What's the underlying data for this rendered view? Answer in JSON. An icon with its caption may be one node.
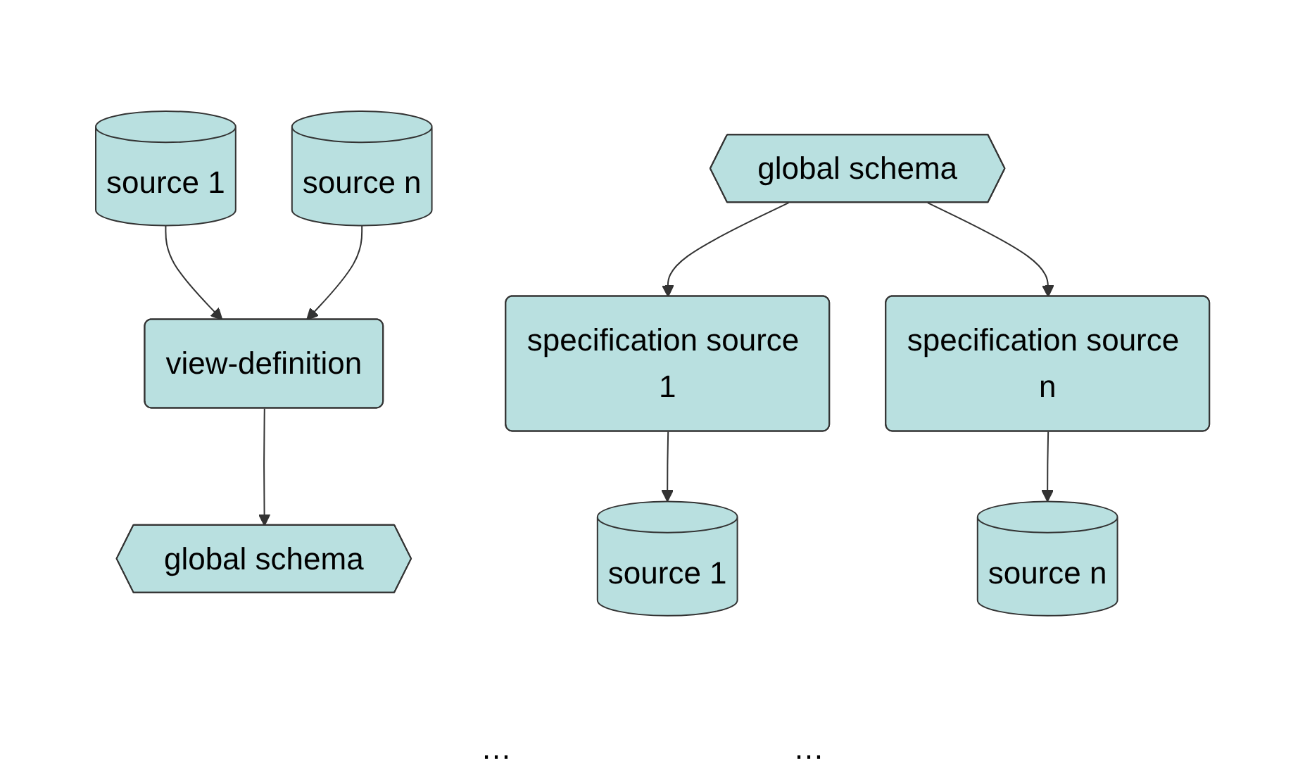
{
  "diagram": {
    "nodes": [
      {
        "text": [
          "global schema"
        ]
      },
      {
        "text": [
          "view-definition"
        ]
      },
      {
        "text": [
          "source 1"
        ]
      },
      {
        "text": [
          "source n"
        ]
      },
      {
        "text": [
          "global schema"
        ]
      },
      {
        "text": [
          "specification source 1"
        ]
      },
      {
        "text": [
          "specification source n"
        ]
      },
      {
        "text": [
          "source 1"
        ]
      },
      {
        "text": [
          "source n"
        ]
      }
    ],
    "edges": [
      {
        "from": 1,
        "to": 0,
        "arrow": "to"
      },
      {
        "from": 2,
        "to": 1,
        "arrow": "to"
      },
      {
        "from": 3,
        "to": 1,
        "arrow": "to"
      },
      {
        "from": 4,
        "to": 5,
        "arrow": "to"
      },
      {
        "from": 4,
        "to": 6,
        "arrow": "to"
      },
      {
        "from": 5,
        "to": 7,
        "arrow": "to"
      },
      {
        "from": 6,
        "to": 8,
        "arrow": "to"
      }
    ],
    "labels": [
      "…",
      "…"
    ]
  }
}
